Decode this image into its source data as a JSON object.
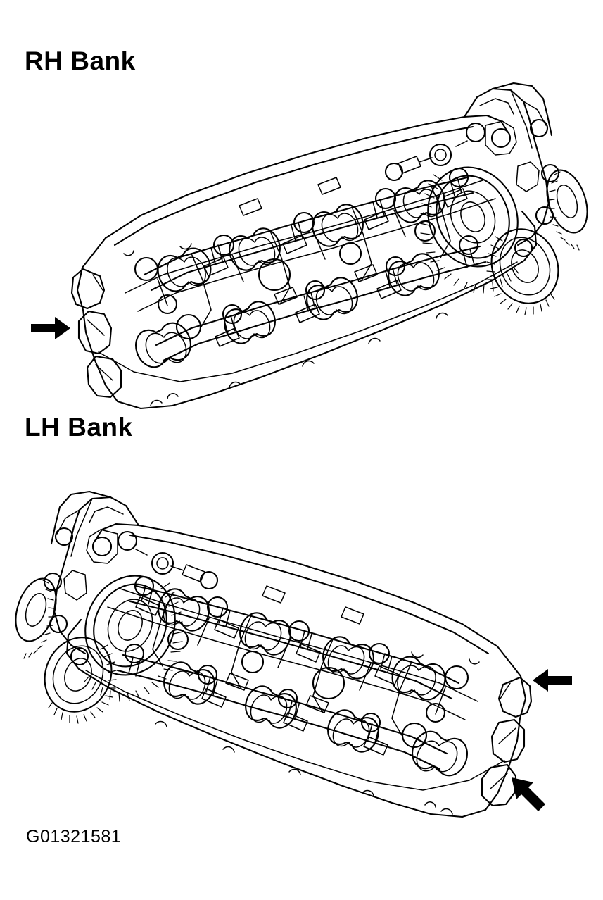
{
  "document": {
    "type": "service-manual-illustration",
    "background_color": "#ffffff",
    "ink_color": "#000000",
    "subject": "DOHC V-engine cylinder head assemblies with camshafts and timing sprockets"
  },
  "labels": {
    "rh_bank": "RH Bank",
    "lh_bank": "LH Bank"
  },
  "caption": {
    "figure_id": "G01321581"
  },
  "figures": [
    {
      "id": "rh-bank-figure",
      "label": "RH Bank",
      "orientation": "sprockets-right",
      "description": "Right-hand bank cylinder head, three-quarter view, timing gears at upper right",
      "callout_arrows": [
        {
          "name": "rh-arrow-upper",
          "direction": "right",
          "points_at": "spark-plug-tube-rail"
        },
        {
          "name": "rh-arrow-lower",
          "direction": "up-right",
          "points_at": "spark-plug-tube-rail"
        }
      ]
    },
    {
      "id": "lh-bank-figure",
      "label": "LH Bank",
      "orientation": "sprockets-left",
      "description": "Left-hand bank cylinder head, mirrored three-quarter view, timing gears at upper left",
      "callout_arrows": [
        {
          "name": "lh-arrow-upper",
          "direction": "left",
          "points_at": "spark-plug-tube-rail"
        },
        {
          "name": "lh-arrow-lower",
          "direction": "up-left",
          "points_at": "spark-plug-tube-rail"
        }
      ]
    }
  ],
  "components": {
    "camshaft": "camshaft",
    "cam_lobe": "cam-lobe",
    "bearing_cap": "bearing-cap",
    "timing_sprocket": "timing-sprocket",
    "valve_bucket": "valve-bucket",
    "head_flange": "head-gasket-flange",
    "bolt_boss": "bolt-boss"
  }
}
